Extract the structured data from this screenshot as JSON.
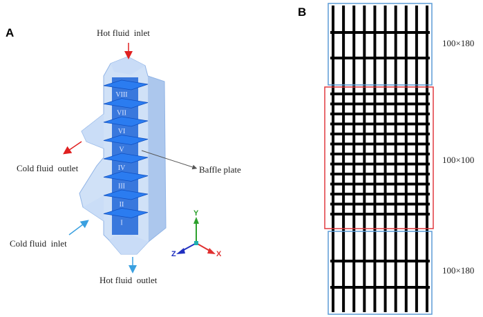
{
  "panel_a": {
    "letter": "A",
    "labels": {
      "hot_inlet": "Hot fluid  inlet",
      "cold_outlet": "Cold fluid  outlet",
      "cold_inlet": "Cold fluid  inlet",
      "hot_outlet": "Hot fluid  outlet",
      "baffle": "Baffle plate"
    },
    "stages": [
      "VIII",
      "VII",
      "VI",
      "V",
      "IV",
      "III",
      "II",
      "I"
    ],
    "axes": {
      "y": "Y",
      "z": "Z",
      "x": "X"
    }
  },
  "panel_b": {
    "letter": "B",
    "regions": [
      {
        "label": "100×180",
        "border_color": "#5b9bd5"
      },
      {
        "label": "100×100",
        "border_color": "#e0393e"
      },
      {
        "label": "100×180",
        "border_color": "#5b9bd5"
      }
    ]
  },
  "colors": {
    "hot_arrow": "#e02020",
    "cold_arrow": "#3aa0e0",
    "shell": "#a9c8f0",
    "plates": "#1a6fe8",
    "mesh": "#000000"
  }
}
